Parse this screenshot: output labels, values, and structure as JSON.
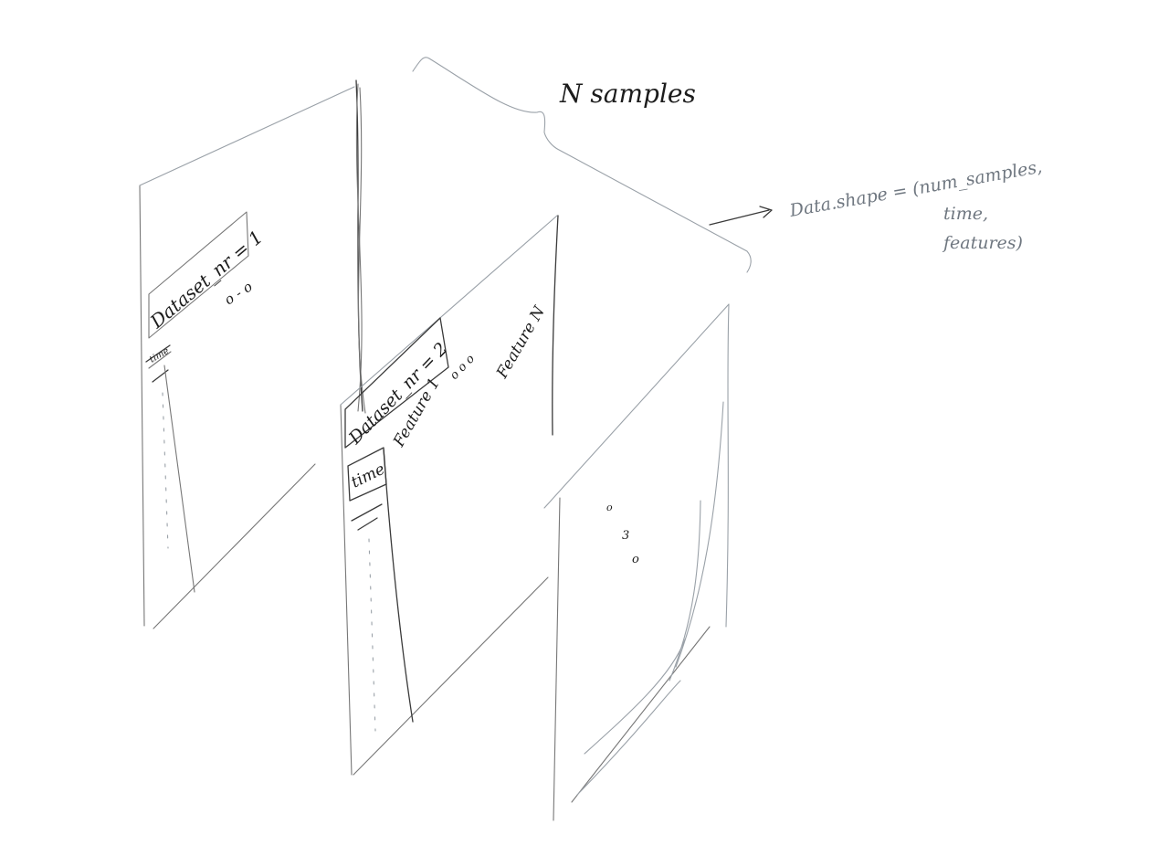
{
  "annotation": {
    "n_samples": "N samples",
    "shape_line1": "Data.shape = (num_samples,",
    "shape_line2": "time,",
    "shape_line3": "features)"
  },
  "sheet1": {
    "dataset_label": "Dataset_nr = 1",
    "col_time": "time",
    "dots": "o - o"
  },
  "sheet2": {
    "dataset_label": "Dataset_nr = 2",
    "col_time": "time",
    "feature_first": "Feature 1",
    "ellipsis": "o o o",
    "feature_last": "Feature N"
  },
  "sheet3": {
    "dots": [
      "o",
      "3",
      "o"
    ]
  }
}
